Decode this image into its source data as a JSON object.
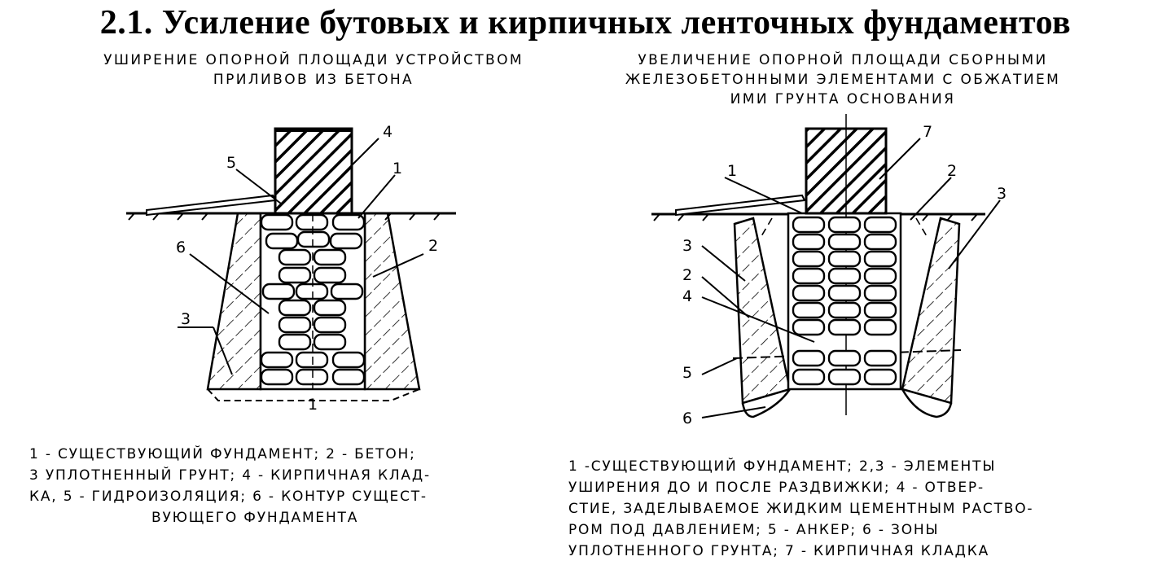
{
  "title": "2.1. Усиление бутовых и кирпичных ленточных фундаментов",
  "left": {
    "subtitle": [
      "Уширение опорной площади устройством",
      "приливов из бетона"
    ],
    "labels": [
      "4",
      "5",
      "1",
      "6",
      "2",
      "3",
      "1"
    ],
    "legend": [
      "1 - существующий фундамент; 2 - бетон;",
      "3  уплотненный грунт; 4 - кирпичная клад-",
      "ка, 5 - гидроизоляция; 6 - контур сущест-",
      "вующего фундамента"
    ]
  },
  "right": {
    "subtitle": [
      "Увеличение опорной площади сборными",
      "железобетонными элементами с обжатием",
      "ими грунта основания"
    ],
    "labels": [
      "7",
      "1",
      "2",
      "3",
      "3",
      "2",
      "4",
      "5",
      "6"
    ],
    "legend": [
      "1 -существующий фундамент; 2,3 - элементы",
      "уширения до и после раздвижки; 4 - отвер-",
      "стие, заделываемое жидким цементным раство-",
      "ром под давлением; 5 - анкер; 6 - зоны",
      "уплотненного грунта; 7 - кирпичная кладка"
    ]
  },
  "colors": {
    "ink": "#000000",
    "paper": "#ffffff"
  }
}
